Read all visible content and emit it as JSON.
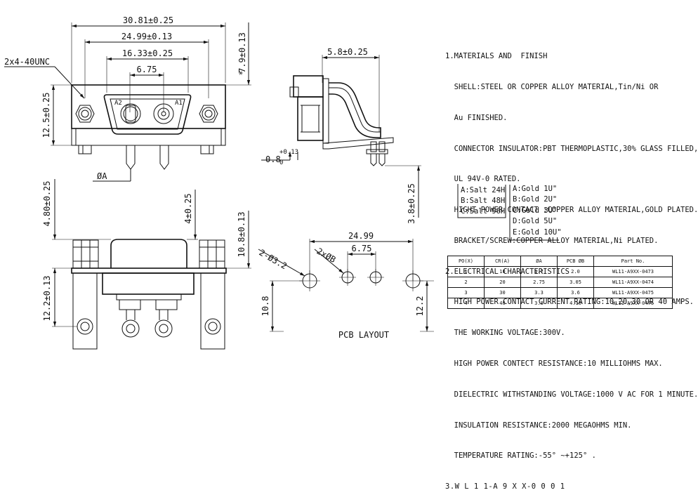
{
  "front_view": {
    "dim_overall": "30.81±0.25",
    "dim_screw_pitch": "24.99±0.13",
    "dim_shell": "16.33±0.25",
    "dim_contact_pitch": "6.75",
    "screw_callout": "2x4-40UNC",
    "dim_height_left": "12.5±0.25",
    "dim_height_right": "7.9±0.13",
    "dim_height_right_star": "*",
    "contact_label_a2": "A2",
    "contact_label_a1": "A1",
    "pin_dia": "ØA"
  },
  "side_view": {
    "dim_width": "5.8±0.25",
    "dim_bracket": "0.8",
    "dim_bracket_tol": "+0.13",
    "dim_bracket_tol_lower": "0",
    "dim_pin_len": "3.8±0.25"
  },
  "bottom_view": {
    "dim_left_upper": "4.80±0.25",
    "dim_left_lower": "12.2±0.13",
    "dim_center": "4±0.25",
    "dim_right": "10.8±0.13"
  },
  "pcb_layout": {
    "title": "PCB LAYOUT",
    "dim_pitch": "24.99",
    "dim_contact": "6.75",
    "hole_large": "2-Ø3.2",
    "hole_small": "2xØB",
    "dim_left": "10.8",
    "dim_right": "12.2"
  },
  "notes": [
    "1.MATERIALS AND  FINISH",
    "  SHELL:STEEL OR COPPER ALLOY MATERIAL,Tin/Ni OR",
    "  Au FINISHED.",
    "  CONNECTOR INSULATOR:PBT THERMOPLASTIC,30% GLASS FILLED,",
    "  UL 94V-0 RATED.",
    "  HIGHT POWER CONTACT :COPPER ALLOY MATERIAL,GOLD PLATED.",
    "  BRACKET/SCREW:COPPER ALLOY MATERIAL,Ni PLATED.",
    "2.ELECTRICAL CHARACTERISTICS",
    "  HIGH POWER CONTACT CURRENT RATING:10,20,30 OR 40 AMPS.",
    "  THE WORKING VOLTAGE:300V.",
    "  HIGH POWER CONTECT RESISTANCE:10 MILLIOHMS MAX.",
    "  DIELECTRIC WITHSTANDING VOLTAGE:1000 V AC FOR 1 MINUTE.",
    "  INSULATION RESISTANCE:2000 MEGAOHMS MIN.",
    "  TEMPERATURE RATING:-55° ~+125° ."
  ],
  "part_code": {
    "code": "3.W L 1 1-A 9 X X-0 0 0 1",
    "salt_options": [
      "A:Salt 24H",
      "B:Salt 48H",
      "C:Salt 96H"
    ],
    "gold_options": [
      "A:Gold 1U\"",
      "B:Gold 2U\"",
      "C:Gold 3U\"",
      "D:Gold 5U\"",
      "E:Gold 10U\""
    ]
  },
  "part_table": {
    "headers": [
      "PO(X)",
      "CR(A)",
      "ØA",
      "PCB ØB",
      "Part  No."
    ],
    "rows": [
      [
        "1",
        "10",
        "1.7",
        "2.0",
        "WL11-A9XX-0473"
      ],
      [
        "2",
        "20",
        "2.75",
        "3.05",
        "WL11-A9XX-0474"
      ],
      [
        "3",
        "30",
        "3.3",
        "3.6",
        "WL11-A9XX-0475"
      ],
      [
        "4",
        "40",
        "3.8",
        "4.10",
        "WL11-A9XX-0476"
      ]
    ]
  }
}
